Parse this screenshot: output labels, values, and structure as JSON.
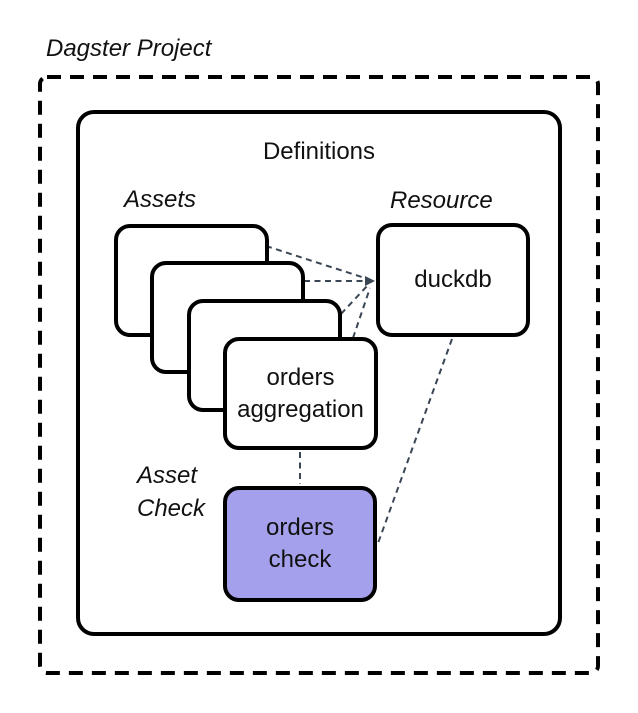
{
  "diagram": {
    "title": "Dagster Project",
    "definitions": {
      "label": "Definitions"
    },
    "groups": {
      "assets": {
        "label": "Assets"
      },
      "resource": {
        "label": "Resource"
      },
      "asset_check": {
        "label": "Asset\nCheck"
      }
    },
    "nodes": {
      "orders_aggregation": {
        "label": "orders\naggregation",
        "group": "assets"
      },
      "duckdb": {
        "label": "duckdb",
        "group": "resource"
      },
      "orders_check": {
        "label": "orders\ncheck",
        "group": "asset_check"
      }
    },
    "edges": [
      {
        "from": "asset-card-1",
        "to": "duckdb",
        "style": "dashed"
      },
      {
        "from": "asset-card-2",
        "to": "duckdb",
        "style": "dashed",
        "arrow": true
      },
      {
        "from": "asset-card-3",
        "to": "duckdb",
        "style": "dashed"
      },
      {
        "from": "orders_aggregation",
        "to": "duckdb",
        "style": "dashed"
      },
      {
        "from": "orders_aggregation",
        "to": "orders_check",
        "style": "dashed"
      },
      {
        "from": "duckdb",
        "to": "orders_check",
        "style": "dashed"
      }
    ],
    "colors": {
      "asset_check_fill": "#a5a0ec",
      "connector": "#3b4654",
      "node_border": "#000000",
      "node_fill": "#ffffff",
      "background": "#ffffff"
    }
  }
}
